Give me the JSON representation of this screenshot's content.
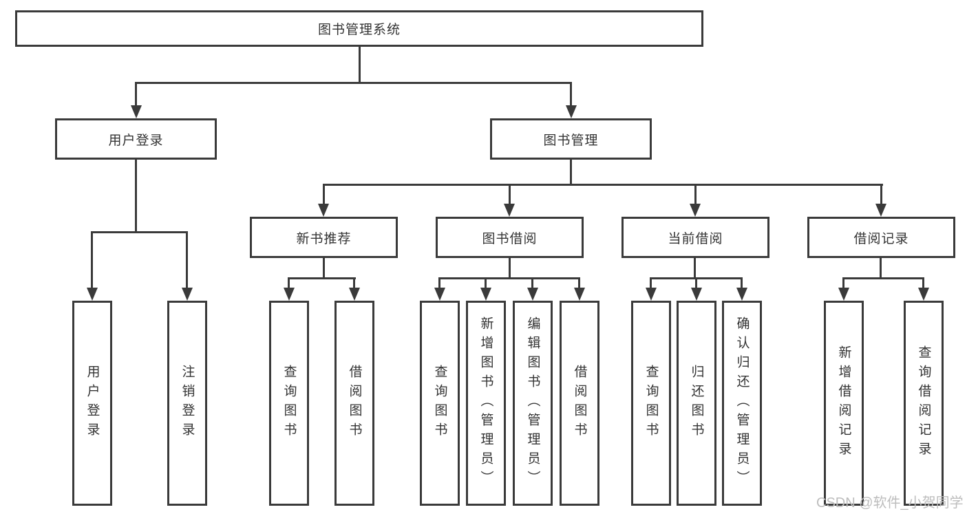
{
  "diagram": {
    "root": {
      "label": "图书管理系统"
    },
    "user_login": {
      "label": "用户登录",
      "children": [
        "用户登录",
        "注销登录"
      ]
    },
    "book_mgmt": {
      "label": "图书管理",
      "children": [
        {
          "label": "新书推荐",
          "children": [
            "查询图书",
            "借阅图书"
          ]
        },
        {
          "label": "图书借阅",
          "children": [
            "查询图书",
            "新增图书（管理员）",
            "编辑图书（管理员）",
            "借阅图书"
          ]
        },
        {
          "label": "当前借阅",
          "children": [
            "查询图书",
            "归还图书",
            "确认归还（管理员）"
          ]
        },
        {
          "label": "借阅记录",
          "children": [
            "新增借阅记录",
            "查询借阅记录"
          ]
        }
      ]
    },
    "colors": {
      "line": "#3a3a3a",
      "text": "#333333",
      "background": "#ffffff",
      "watermark": "#bdbdbd"
    },
    "watermark": {
      "text": "CSDN @软件_小贺同学"
    }
  }
}
